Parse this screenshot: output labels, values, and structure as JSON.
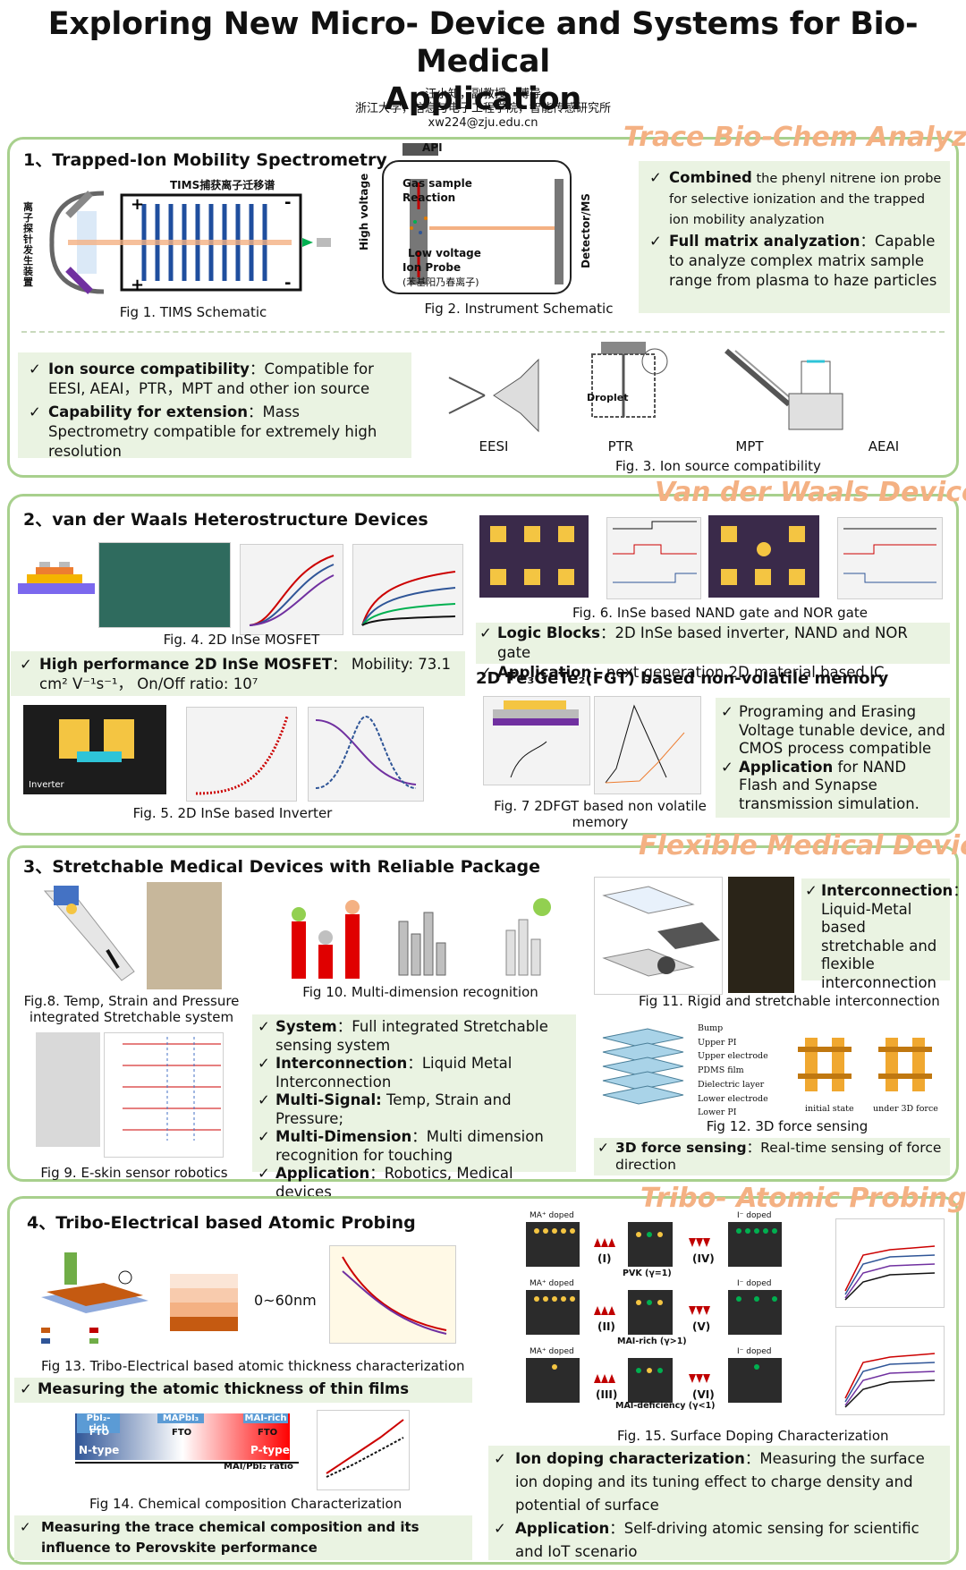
{
  "header": {
    "title_line1": "Exploring New Micro- Device and Systems for Bio-Medical",
    "title_line2": "Application",
    "author_line1": "汪小知，副教授，博导",
    "author_line2": "浙江大学，信息与电子工程学院，智能传感研究所",
    "author_line3": "xw224@zju.edu.cn"
  },
  "section1": {
    "watermark": "Trace Bio-Chem Analyzer",
    "title": "1、Trapped-Ion Mobility Spectrometry",
    "fig1_label": "TIMS捕获离子迁移谱",
    "fig1_side_label": "离子探针发生装置",
    "fig1_caption": "Fig 1. TIMS Schematic",
    "fig2_labels": {
      "api": "API",
      "gas": "Gas sample",
      "reaction": "Reaction",
      "hv": "High voltage",
      "lv": "Low voltage",
      "probe": "Ion Probe",
      "probe_cn": "(苯基阳乃春离子)",
      "det": "Detector/MS"
    },
    "fig2_caption": "Fig 2. Instrument Schematic",
    "box1": [
      {
        "bold": "Combined",
        "rest": " the phenyl nitrene ion probe for selective ionization and the trapped ion mobility analyzation"
      },
      {
        "bold": "Full matrix analyzation",
        "rest": "：Capable to analyze complex matrix sample range from plasma to haze particles"
      }
    ],
    "box2": [
      {
        "bold": "Ion source compatibility",
        "rest": "：Compatible for EESI, AEAI，PTR，MPT and other ion source"
      },
      {
        "bold": "Capability for extension",
        "rest": "：Mass Spectrometry compatible for extremely high resolution"
      }
    ],
    "sources": [
      "EESI",
      "PTR",
      "MPT",
      "AEAI"
    ],
    "fig3_droplet": "Droplet",
    "fig3_caption": "Fig. 3. Ion source compatibility"
  },
  "section2": {
    "watermark": "Van der Waals Devices",
    "title": "2、van der Waals Heterostructure Devices",
    "fig4_caption": "Fig. 4. 2D InSe MOSFET",
    "box_mosfet_bold": "High performance 2D InSe MOSFET",
    "box_mosfet_rest": "： Mobility: 73.1 cm² V⁻¹s⁻¹， On/Off ratio: 10⁷",
    "fig5_inv_label": "Inverter",
    "fig5_caption": "Fig. 5. 2D InSe based Inverter",
    "fig6_caption": "Fig. 6. InSe based NAND gate and NOR gate",
    "logic": [
      {
        "bold": "Logic Blocks",
        "rest": "：2D InSe based inverter, NAND and NOR gate"
      },
      {
        "bold": "Application",
        "rest": "：next generation 2D material based IC"
      }
    ],
    "fgt_title": "2D Fe₃GeTe₂(FGT) based non-volatile memory",
    "fig7_caption": "Fig. 7 2DFGT based non volatile memory",
    "fgt_box": [
      {
        "bold": "",
        "rest": "Programing and Erasing Voltage tunable device, and CMOS process compatible"
      },
      {
        "bold": "Application",
        "rest": " for NAND Flash and Synapse transmission simulation."
      }
    ]
  },
  "section3": {
    "watermark": "Flexible Medical Devices",
    "title": "3、Stretchable Medical Devices with Reliable Package",
    "fig8_caption": "Fig.8. Temp, Strain and Pressure integrated Stretchable system",
    "fig9_caption": "Fig 9. E-skin sensor robotics",
    "fig10_caption": "Fig 10. Multi-dimension recognition",
    "box": [
      {
        "bold": "System",
        "rest": "：Full integrated Stretchable sensing system"
      },
      {
        "bold": "Interconnection",
        "rest": "：Liquid Metal Interconnection"
      },
      {
        "bold": "Multi-Signal:",
        "rest": " Temp, Strain and Pressure;"
      },
      {
        "bold": "Multi-Dimension",
        "rest": "：Multi dimension recognition for touching"
      },
      {
        "bold": "Application",
        "rest": "：Robotics, Medical devices"
      }
    ],
    "fig11_caption": "Fig 11. Rigid and stretchable interconnection",
    "inter_box": {
      "bold": "Interconnection",
      "rest": "：Liquid-Metal based stretchable and flexible interconnection"
    },
    "fig12_layers": [
      "Bump",
      "Upper PI",
      "Upper electrode",
      "PDMS film",
      "Dielectric layer",
      "Lower electrode",
      "Lower PI"
    ],
    "fig12_states": [
      "initial state",
      "under 3D force"
    ],
    "fig12_caption": "Fig 12. 3D force sensing",
    "force_box": {
      "bold": "3D force sensing",
      "rest": "：Real-time sensing of force direction"
    }
  },
  "section4": {
    "watermark": "Tribo- Atomic Probing",
    "title": "4、Tribo-Electrical based Atomic Probing",
    "thickness_label": "0~60nm",
    "fig13_caption": "Fig 13. Tribo-Electrical based atomic thickness characterization",
    "box13": "Measuring the atomic thickness of thin films",
    "fig14_labels": {
      "left": "PbI₂-rich",
      "mid": "MAPbI₃",
      "right": "MAI-rich",
      "fto": "FTO",
      "ntype": "N-type",
      "ptype": "P-type",
      "ratio": "MAI/PbI₂ ratio"
    },
    "fig14_caption": "Fig 14. Chemical composition Characterization",
    "box14": "Measuring the trace chemical composition and its influence to Perovskite performance",
    "fig15_rows": [
      {
        "left_tag": "MA⁺ doped",
        "right_tag": "I⁻ doped",
        "left_num": "(I)",
        "right_num": "(IV)",
        "mid": "PVK (γ=1)"
      },
      {
        "left_tag": "MA⁺ doped",
        "right_tag": "I⁻ doped",
        "left_num": "(II)",
        "right_num": "(V)",
        "mid": "MAI-rich (γ>1)"
      },
      {
        "left_tag": "MA⁺ doped",
        "right_tag": "I⁻ doped",
        "left_num": "(III)",
        "right_num": "(VI)",
        "mid": "MAI-deficiency (γ<1)"
      }
    ],
    "fig15_caption": "Fig. 15. Surface Doping Characterization",
    "box15": [
      {
        "bold": "Ion doping characterization",
        "rest": "：Measuring the surface ion doping and its tuning effect to charge density and potential of surface"
      },
      {
        "bold": "Application",
        "rest": "：Self-driving atomic sensing for scientific and IoT scenario"
      }
    ]
  }
}
